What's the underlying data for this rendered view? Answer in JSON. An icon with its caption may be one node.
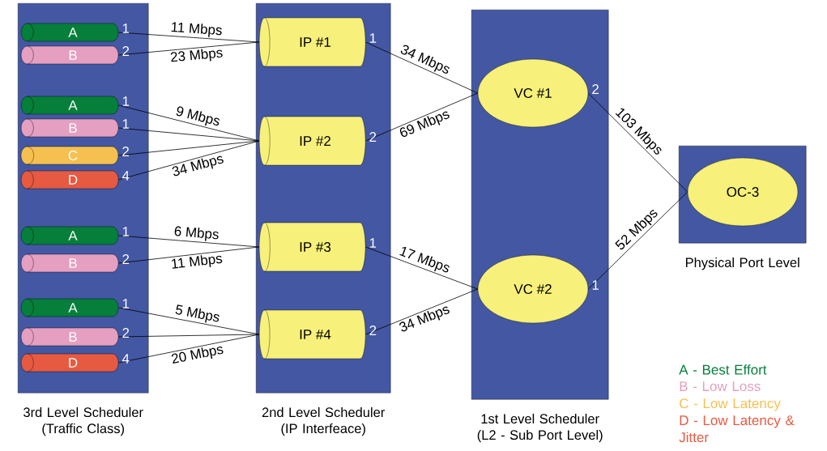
{
  "diagram": {
    "nodes": [
      {
        "text": [
          "3rd Level Scheduler (Traffic Class)"
        ]
      },
      {
        "text": [
          "A"
        ],
        "in": 0,
        "beside": [
          "1"
        ]
      },
      {
        "text": [
          "B"
        ],
        "in": 0,
        "beside": [
          "2"
        ]
      },
      {
        "text": [
          "A"
        ],
        "in": 0,
        "beside": [
          "1"
        ]
      },
      {
        "text": [
          "B"
        ],
        "in": 0,
        "beside": [
          "1"
        ]
      },
      {
        "text": [
          "C"
        ],
        "in": 0,
        "beside": [
          "2"
        ]
      },
      {
        "text": [
          "D"
        ],
        "in": 0,
        "beside": [
          "4"
        ]
      },
      {
        "text": [
          "A"
        ],
        "in": 0,
        "beside": [
          "1"
        ]
      },
      {
        "text": [
          "B"
        ],
        "in": 0,
        "beside": [
          "2"
        ]
      },
      {
        "text": [
          "A"
        ],
        "in": 0,
        "beside": [
          "1"
        ]
      },
      {
        "text": [
          "B"
        ],
        "in": 0,
        "beside": [
          "2"
        ]
      },
      {
        "text": [
          "D"
        ],
        "in": 0,
        "beside": [
          "4"
        ]
      },
      {
        "text": [
          "2nd Level Scheduler (IP Interfeace)"
        ]
      },
      {
        "text": [
          "IP #1"
        ],
        "in": 12,
        "beside": [
          "1"
        ]
      },
      {
        "text": [
          "IP #2"
        ],
        "in": 12,
        "beside": [
          "2"
        ]
      },
      {
        "text": [
          "IP #3"
        ],
        "in": 12,
        "beside": [
          "1"
        ]
      },
      {
        "text": [
          "IP #4"
        ],
        "in": 12,
        "beside": [
          "2"
        ]
      },
      {
        "text": [
          "1st Level Scheduler (L2 - Sub Port Level)"
        ]
      },
      {
        "text": [
          "VC #1"
        ],
        "in": 17,
        "beside": [
          "2"
        ]
      },
      {
        "text": [
          "VC #2"
        ],
        "in": 17,
        "beside": [
          "1"
        ]
      },
      {
        "text": [
          "Physical Port Level"
        ]
      },
      {
        "text": [
          "OC-3"
        ],
        "in": 20
      }
    ],
    "edges": [
      {
        "from": 1,
        "to": 13,
        "arrow": "none",
        "label": "11 Mbps"
      },
      {
        "from": 2,
        "to": 13,
        "arrow": "none",
        "label": "23 Mbps"
      },
      {
        "from": 3,
        "to": 14,
        "arrow": "none",
        "label": "9 Mbps"
      },
      {
        "from": 4,
        "to": 14,
        "arrow": "none"
      },
      {
        "from": 5,
        "to": 14,
        "arrow": "none"
      },
      {
        "from": 6,
        "to": 14,
        "arrow": "none",
        "label": "34 Mbps"
      },
      {
        "from": 7,
        "to": 15,
        "arrow": "none",
        "label": "6 Mbps"
      },
      {
        "from": 8,
        "to": 15,
        "arrow": "none",
        "label": "11 Mbps"
      },
      {
        "from": 9,
        "to": 16,
        "arrow": "none",
        "label": "5 Mbps"
      },
      {
        "from": 10,
        "to": 16,
        "arrow": "none"
      },
      {
        "from": 11,
        "to": 16,
        "arrow": "none",
        "label": "20 Mbps"
      },
      {
        "from": 13,
        "to": 18,
        "arrow": "none",
        "label": "34 Mbps"
      },
      {
        "from": 14,
        "to": 18,
        "arrow": "none",
        "label": "69 Mbps"
      },
      {
        "from": 15,
        "to": 19,
        "arrow": "none",
        "label": "17 Mbps"
      },
      {
        "from": 16,
        "to": 19,
        "arrow": "none",
        "label": "34 Mbps"
      },
      {
        "from": 18,
        "to": 21,
        "arrow": "none",
        "label": "103 Mbps"
      },
      {
        "from": 19,
        "to": 21,
        "arrow": "none",
        "label": "52 Mbps"
      }
    ],
    "legend": [
      {
        "text": "A - Best Effort",
        "color": "#057f3a"
      },
      {
        "text": "B - Low Loss",
        "color": "#e59fc0"
      },
      {
        "text": "C - Low Latency",
        "color": "#f6c050"
      },
      {
        "text": "D - Low Latency & Jitter",
        "color": "#e65a42"
      }
    ]
  }
}
